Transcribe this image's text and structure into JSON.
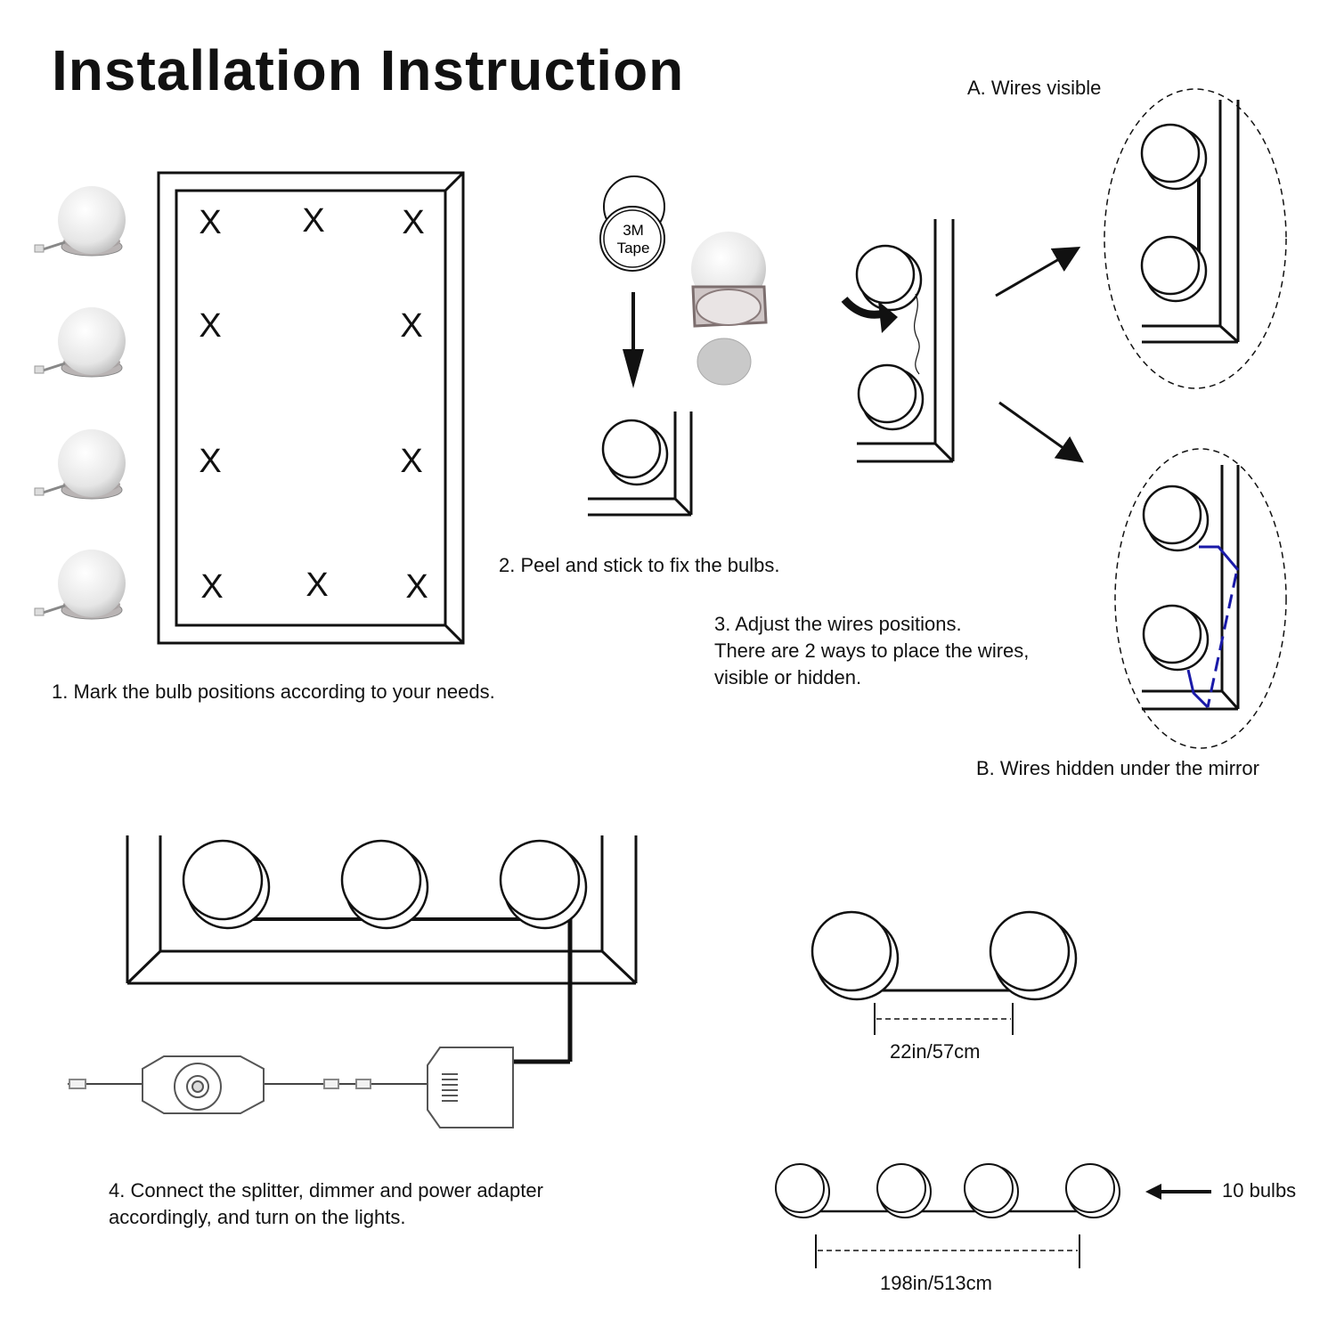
{
  "title": "Installation Instruction",
  "steps": {
    "step1": "1. Mark the bulb positions according to your needs.",
    "step2": "2. Peel and stick to fix the bulbs.",
    "step3_line1": "3. Adjust the wires positions.",
    "step3_line2": "There are 2 ways to place the wires,",
    "step3_line3": "visible or hidden.",
    "step4_line1": "4. Connect the splitter, dimmer and power adapter",
    "step4_line2": "accordingly, and turn on the lights."
  },
  "options": {
    "a": "A. Wires visible",
    "b": "B. Wires hidden under the mirror"
  },
  "tape": {
    "line1": "3M",
    "line2": "Tape"
  },
  "mark_symbol": "X",
  "spacing": {
    "between_bulbs": "22in/57cm",
    "total_length": "198in/513cm",
    "bulb_count": "10 bulbs"
  },
  "colors": {
    "line": "#111111",
    "hidden_wire": "#1a1aa8",
    "bulb_fill": "#ededed"
  }
}
